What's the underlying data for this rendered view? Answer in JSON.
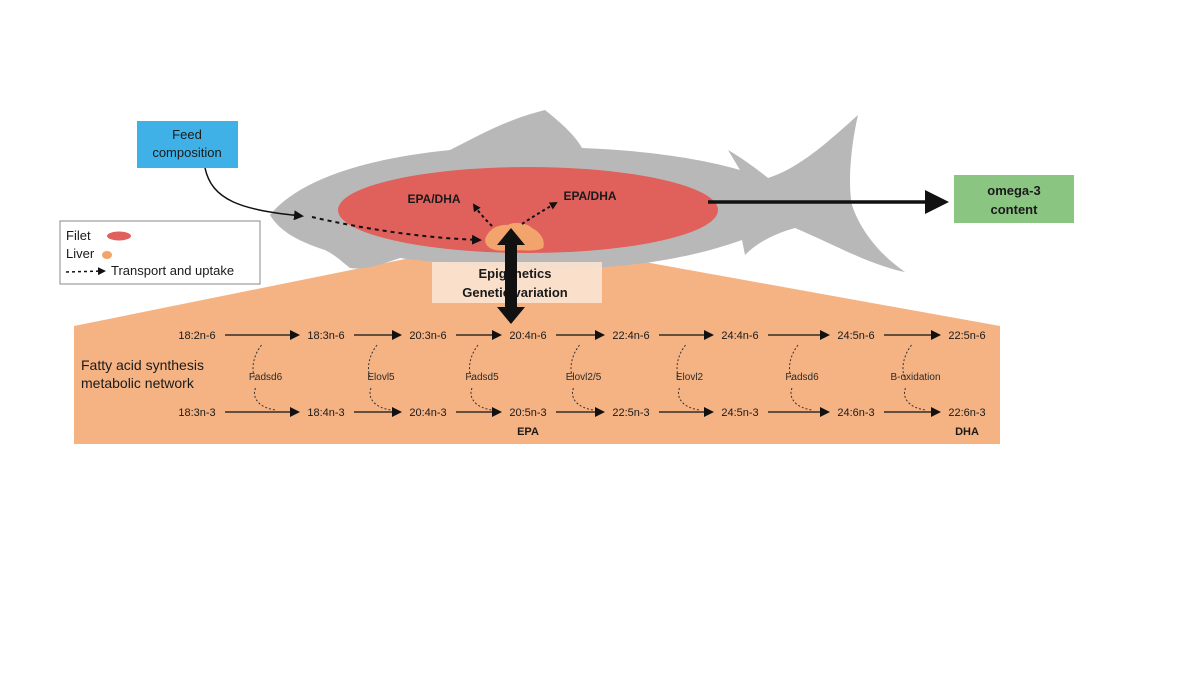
{
  "feed_box": {
    "line1": "Feed",
    "line2": "composition",
    "color": "#3fb1e6"
  },
  "omega_box": {
    "line1": "omega-3",
    "line2": "content",
    "color": "#8ac681"
  },
  "fish": {
    "body_color": "#b8b8b8",
    "filet_color": "#e0605c",
    "liver_color": "#f2a46c"
  },
  "labels": {
    "epa_dha_left": "EPA/DHA",
    "epa_dha_right": "EPA/DHA",
    "epigenetics": "Epigenetics",
    "genetic_variation": "Genetic variation"
  },
  "legend": {
    "filet": "Filet",
    "liver": "Liver",
    "transport": "Transport and uptake"
  },
  "network": {
    "title_line1": "Fatty acid synthesis",
    "title_line2": "metabolic network",
    "bg_color": "#f5b384",
    "highlight_color": "#d8321e",
    "n6": [
      "18:2n-6",
      "18:3n-6",
      "20:3n-6",
      "20:4n-6",
      "22:4n-6",
      "24:4n-6",
      "24:5n-6",
      "22:5n-6"
    ],
    "n3": [
      "18:3n-3",
      "18:4n-3",
      "20:4n-3",
      "20:5n-3",
      "22:5n-3",
      "24:5n-3",
      "24:6n-3",
      "22:6n-3"
    ],
    "enzymes": [
      "Fadsd6",
      "Elovl5",
      "Fadsd5",
      "Elovl2/5",
      "Elovl2",
      "Fadsd6",
      "B-oxidation"
    ],
    "epa": "EPA",
    "dha": "DHA"
  }
}
